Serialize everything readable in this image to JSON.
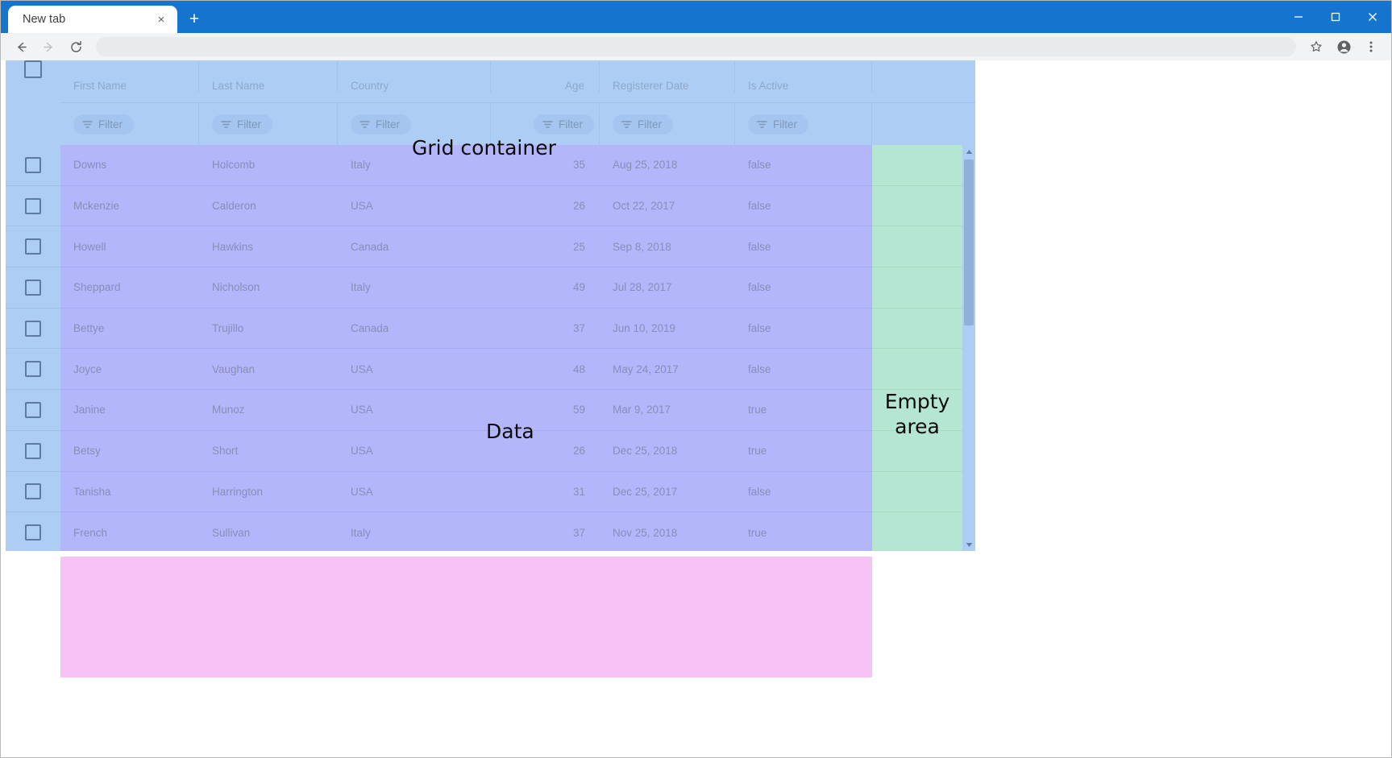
{
  "browser": {
    "tab": {
      "title": "New tab",
      "close_label": "×"
    },
    "new_tab_label": "+",
    "window_controls": {
      "minimize": "minimize-icon",
      "maximize": "maximize-icon",
      "close": "close-icon"
    },
    "toolbar": {
      "back": "back-arrow-icon",
      "forward": "forward-arrow-icon",
      "reload": "reload-icon",
      "address_value": "",
      "address_placeholder": "",
      "bookmark": "star-icon",
      "profile": "profile-avatar-icon",
      "menu": "kebab-menu-icon"
    }
  },
  "annotations": {
    "grid_container": "Grid container",
    "data": "Data",
    "empty_area": "Empty area"
  },
  "grid": {
    "select_all_checkbox": "",
    "columns": [
      {
        "key": "firstName",
        "label": "First Name",
        "align": "left",
        "filter": "Filter"
      },
      {
        "key": "lastName",
        "label": "Last Name",
        "align": "left",
        "filter": "Filter"
      },
      {
        "key": "country",
        "label": "Country",
        "align": "left",
        "filter": "Filter"
      },
      {
        "key": "age",
        "label": "Age",
        "align": "right",
        "filter": "Filter"
      },
      {
        "key": "regDate",
        "label": "Registerer Date",
        "align": "left",
        "filter": "Filter"
      },
      {
        "key": "isActive",
        "label": "Is Active",
        "align": "left",
        "filter": "Filter"
      }
    ],
    "col_headers": {
      "c1": "First Name",
      "c2": "Last Name",
      "c3": "Country",
      "c4": "Age",
      "c5": "Registerer Date",
      "c6": "Is Active",
      "c7": ""
    },
    "filter_label": "Filter",
    "rows": [
      {
        "firstName": "Downs",
        "lastName": "Holcomb",
        "country": "Italy",
        "age": "35",
        "regDate": "Aug 25, 2018",
        "isActive": "false"
      },
      {
        "firstName": "Mckenzie",
        "lastName": "Calderon",
        "country": "USA",
        "age": "26",
        "regDate": "Oct 22, 2017",
        "isActive": "false"
      },
      {
        "firstName": "Howell",
        "lastName": "Hawkins",
        "country": "Canada",
        "age": "25",
        "regDate": "Sep 8, 2018",
        "isActive": "false"
      },
      {
        "firstName": "Sheppard",
        "lastName": "Nicholson",
        "country": "Italy",
        "age": "49",
        "regDate": "Jul 28, 2017",
        "isActive": "false"
      },
      {
        "firstName": "Bettye",
        "lastName": "Trujillo",
        "country": "Canada",
        "age": "37",
        "regDate": "Jun 10, 2019",
        "isActive": "false"
      },
      {
        "firstName": "Joyce",
        "lastName": "Vaughan",
        "country": "USA",
        "age": "48",
        "regDate": "May 24, 2017",
        "isActive": "false"
      },
      {
        "firstName": "Janine",
        "lastName": "Munoz",
        "country": "USA",
        "age": "59",
        "regDate": "Mar 9, 2017",
        "isActive": "true"
      },
      {
        "firstName": "Betsy",
        "lastName": "Short",
        "country": "USA",
        "age": "26",
        "regDate": "Dec 25, 2018",
        "isActive": "true"
      },
      {
        "firstName": "Tanisha",
        "lastName": "Harrington",
        "country": "USA",
        "age": "31",
        "regDate": "Dec 25, 2017",
        "isActive": "false"
      },
      {
        "firstName": "French",
        "lastName": "Sullivan",
        "country": "Italy",
        "age": "37",
        "regDate": "Nov 25, 2018",
        "isActive": "true"
      }
    ]
  },
  "colors": {
    "browser_titlebar": "#1574cd",
    "grid_header_bg": "#aecdf5",
    "grid_data_bg": "#b3b6fa",
    "empty_area_bg": "#b4e6d1",
    "pink_block_bg": "#f8c2f6",
    "scrollbar_thumb": "#8fb0d9"
  }
}
